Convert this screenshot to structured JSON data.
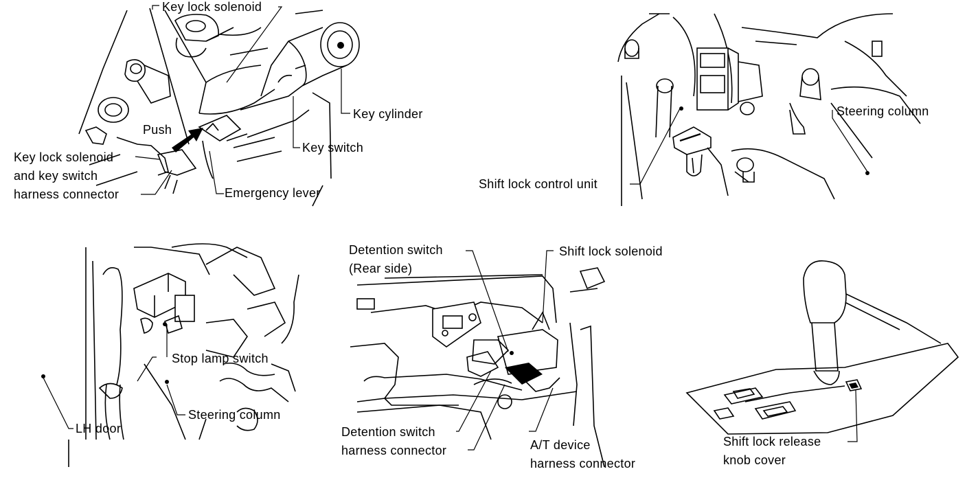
{
  "colors": {
    "ink": "#000000",
    "paper": "#ffffff"
  },
  "panels": {
    "key_lock": {
      "key_lock_solenoid": "Key lock solenoid",
      "key_cylinder": "Key cylinder",
      "push": "Push",
      "key_switch": "Key switch",
      "harness_line1": "Key lock solenoid",
      "harness_line2": "and key switch",
      "harness_line3": "harness connector",
      "emergency_lever": "Emergency lever"
    },
    "shift_lock_unit": {
      "steering_column": "Steering column",
      "control_unit": "Shift lock control unit"
    },
    "stop_lamp": {
      "stop_lamp_switch": "Stop lamp switch",
      "steering_column": "Steering column",
      "lh_door": "LH door"
    },
    "detention": {
      "detention_switch_line1": "Detention switch",
      "detention_switch_line2": "(Rear side)",
      "shift_lock_solenoid": "Shift lock solenoid",
      "det_harness_line1": "Detention switch",
      "det_harness_line2": "harness connector",
      "at_device_line1": "A/T device",
      "at_device_line2": "harness connector"
    },
    "selector": {
      "release_line1": "Shift lock release",
      "release_line2": "knob cover"
    }
  }
}
